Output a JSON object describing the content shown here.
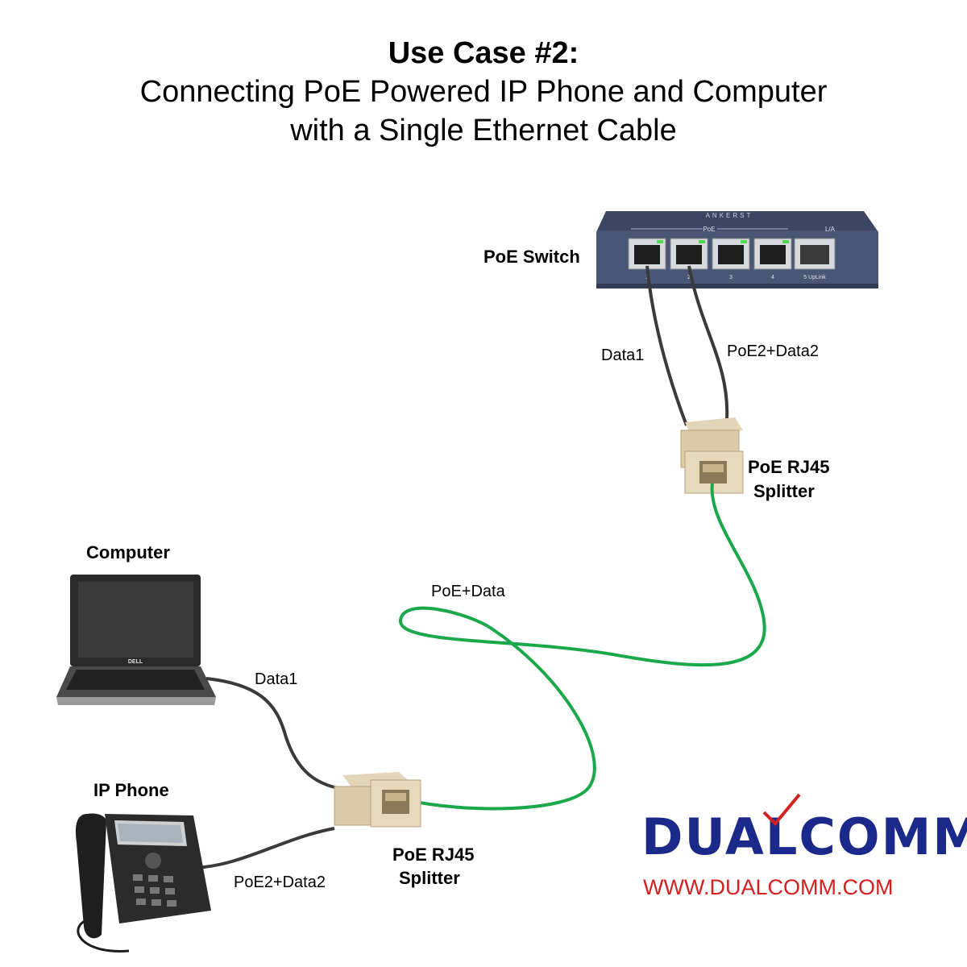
{
  "title": {
    "line1": "Use Case #2:",
    "line2": "Connecting PoE Powered IP Phone and Computer",
    "line3": "with a Single Ethernet Cable"
  },
  "devices": {
    "switch_label": "PoE Switch",
    "switch_brand": "ANKERST",
    "switch_poe_mark": "PoE",
    "switch_la_mark": "L/A",
    "switch_port_labels": [
      "1",
      "2",
      "3",
      "4",
      "5 UpLink"
    ],
    "splitter_top_label_1": "PoE RJ45",
    "splitter_top_label_2": "Splitter",
    "splitter_bottom_label_1": "PoE RJ45",
    "splitter_bottom_label_2": "Splitter",
    "computer_label": "Computer",
    "computer_brand": "DELL",
    "phone_label": "IP Phone"
  },
  "cables": {
    "top_left": "Data1",
    "top_right": "PoE2+Data2",
    "middle": "PoE+Data",
    "computer": "Data1",
    "phone": "PoE2+Data2"
  },
  "branding": {
    "logo_text": "DUALCOMM",
    "url": "WWW.DUALCOMM.COM"
  },
  "colors": {
    "cable_data": "#3a3a3a",
    "cable_poe": "#1aa84a",
    "logo_blue": "#1b2a8a",
    "url_red": "#d32020",
    "switch_body": "#4a5675"
  }
}
